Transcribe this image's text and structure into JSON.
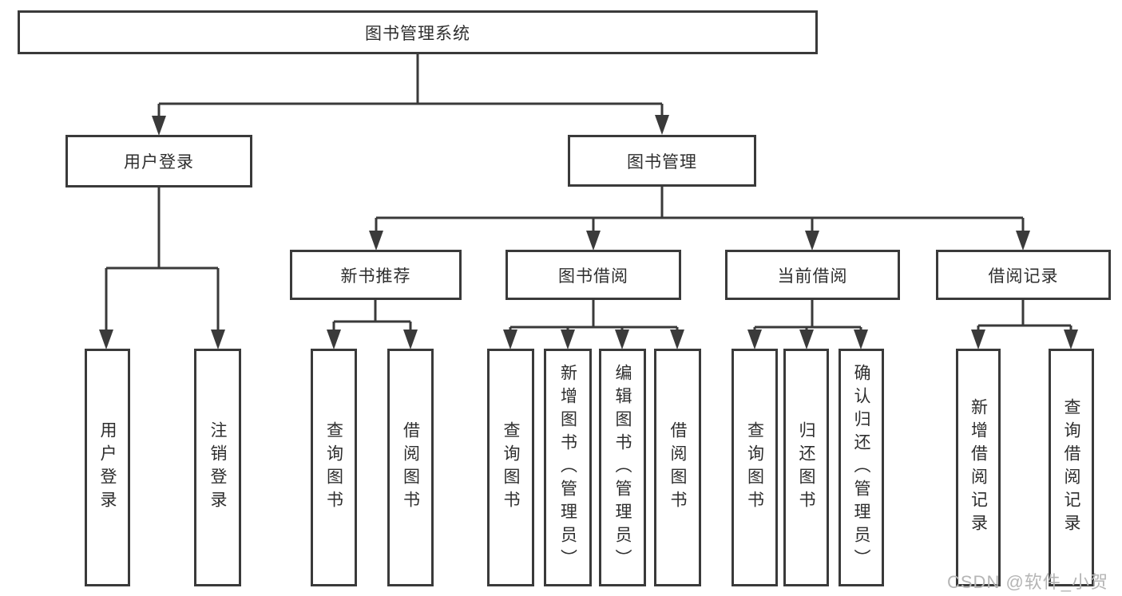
{
  "tree": {
    "root": "图书管理系统",
    "user_login": {
      "label": "用户登录",
      "children": [
        "用户登录",
        "注销登录"
      ]
    },
    "book_management": {
      "label": "图书管理",
      "branches": [
        {
          "label": "新书推荐",
          "children": [
            "查询图书",
            "借阅图书"
          ]
        },
        {
          "label": "图书借阅",
          "children": [
            "查询图书",
            "新增图书（管理员）",
            "编辑图书（管理员）",
            "借阅图书"
          ]
        },
        {
          "label": "当前借阅",
          "children": [
            "查询图书",
            "归还图书",
            "确认归还（管理员）"
          ]
        },
        {
          "label": "借阅记录",
          "children": [
            "新增借阅记录",
            "查询借阅记录"
          ]
        }
      ]
    }
  },
  "watermark": {
    "text": "CSDN @软件_小贺同学"
  },
  "colors": {
    "line": "#3a3a3a",
    "text": "#2e2e2e",
    "watermark": "#b5b5b5",
    "background": "#ffffff"
  }
}
